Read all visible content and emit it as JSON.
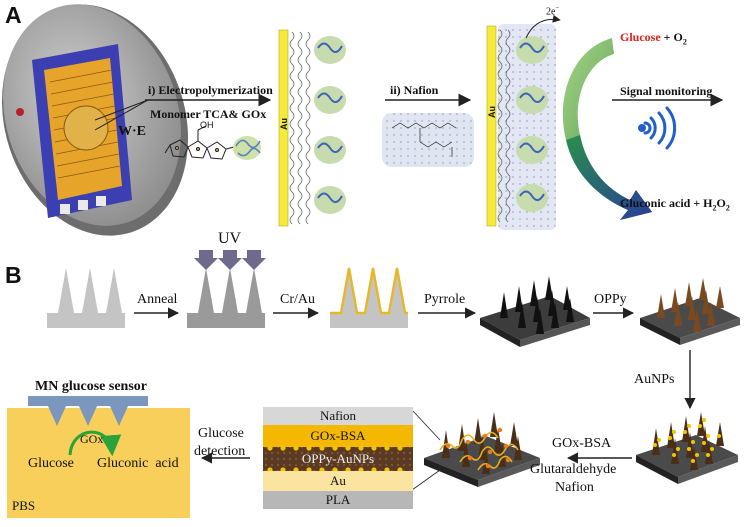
{
  "panel_a": {
    "letter": "A",
    "step1_label": "i) Electropolymerization",
    "step1_sub": "Monomer TCA& GOx",
    "carboxyl_label": "OH",
    "we_label": "W·E",
    "au_label": "Au",
    "step2_label": "ii) Nafion",
    "electron_label": "2e",
    "glucose": "Glucose",
    "glucose_plus": "+ O",
    "o2_sub": "2",
    "signal": "Signal monitoring",
    "gluconic": "Gluconic acid + H",
    "h2o2_sub1": "2",
    "h2o2_mid": "O",
    "h2o2_sub2": "2"
  },
  "panel_b": {
    "letter": "B",
    "uv": "UV",
    "anneal": "Anneal",
    "cr_au": "Cr/Au",
    "pyrrole": "Pyrrole",
    "oppy": "OPPy",
    "aunps": "AuNPs",
    "goxbsa_arrow": "GOx-BSA",
    "glutaraldehyde": "Glutaraldehyde",
    "nafion_arrow": "Nafion",
    "layers": [
      "Nafion",
      "GOx-BSA",
      "OPPy-AuNPs",
      "Au",
      "PLA"
    ],
    "glucose_detection_1": "Glucose",
    "glucose_detection_2": "detection",
    "mn_sensor": "MN glucose sensor",
    "gox": "GOx",
    "glucose": "Glucose",
    "gluconic": "Gluconic  acid",
    "pbs": "PBS"
  },
  "colors": {
    "glucose_red": "#e0201a",
    "au_yellow": "#f4ea3a",
    "uv_arrow": "#6e6a8e",
    "pbs_bg": "#f7cf5a",
    "gox_layer": "#f5b800",
    "oppy_layer": "#5a3a22",
    "au_layer": "#fbe3a0",
    "nafion_layer": "#d7d7d7",
    "pla_layer": "#b7b7b7",
    "sensor_blue": "#7c97bd",
    "curve_green": "#2aa33b"
  }
}
